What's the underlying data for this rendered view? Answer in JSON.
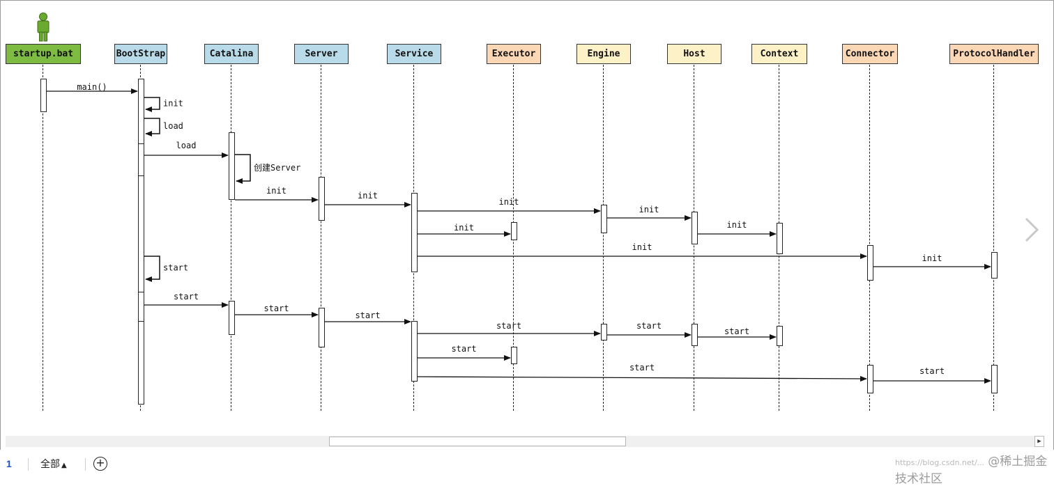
{
  "diagram": {
    "participants": [
      {
        "id": "startup",
        "label": "startup.bat",
        "fill": "#7dbb42"
      },
      {
        "id": "bootstrap",
        "label": "BootStrap",
        "fill": "#b9dbe9"
      },
      {
        "id": "catalina",
        "label": "Catalina",
        "fill": "#b9dbe9"
      },
      {
        "id": "server",
        "label": "Server",
        "fill": "#b9dbe9"
      },
      {
        "id": "service",
        "label": "Service",
        "fill": "#b9dbe9"
      },
      {
        "id": "executor",
        "label": "Executor",
        "fill": "#fbd7b6"
      },
      {
        "id": "engine",
        "label": "Engine",
        "fill": "#fdf1c7"
      },
      {
        "id": "host",
        "label": "Host",
        "fill": "#fdf1c7"
      },
      {
        "id": "context",
        "label": "Context",
        "fill": "#fdf1c7"
      },
      {
        "id": "connector",
        "label": "Connector",
        "fill": "#fbd7b6"
      },
      {
        "id": "protocolhandler",
        "label": "ProtocolHandler",
        "fill": "#fbd7b6"
      }
    ],
    "messages": [
      {
        "from": "startup",
        "to": "bootstrap",
        "label": "main()"
      },
      {
        "from": "bootstrap",
        "to": "bootstrap",
        "label": "init"
      },
      {
        "from": "bootstrap",
        "to": "bootstrap",
        "label": "load"
      },
      {
        "from": "bootstrap",
        "to": "catalina",
        "label": "load"
      },
      {
        "from": "catalina",
        "to": "catalina",
        "label": "创建Server"
      },
      {
        "from": "catalina",
        "to": "server",
        "label": "init"
      },
      {
        "from": "server",
        "to": "service",
        "label": "init"
      },
      {
        "from": "service",
        "to": "engine",
        "label": "init"
      },
      {
        "from": "engine",
        "to": "host",
        "label": "init"
      },
      {
        "from": "service",
        "to": "executor",
        "label": "init"
      },
      {
        "from": "host",
        "to": "context",
        "label": "init"
      },
      {
        "from": "service",
        "to": "connector",
        "label": "init"
      },
      {
        "from": "connector",
        "to": "protocolhandler",
        "label": "init"
      },
      {
        "from": "bootstrap",
        "to": "bootstrap",
        "label": "start"
      },
      {
        "from": "bootstrap",
        "to": "catalina",
        "label": "start"
      },
      {
        "from": "catalina",
        "to": "server",
        "label": "start"
      },
      {
        "from": "server",
        "to": "service",
        "label": "start"
      },
      {
        "from": "service",
        "to": "engine",
        "label": "start"
      },
      {
        "from": "engine",
        "to": "host",
        "label": "start"
      },
      {
        "from": "host",
        "to": "context",
        "label": "start"
      },
      {
        "from": "service",
        "to": "executor",
        "label": "start"
      },
      {
        "from": "service",
        "to": "connector",
        "label": "start"
      },
      {
        "from": "connector",
        "to": "protocolhandler",
        "label": "start"
      }
    ]
  },
  "footer": {
    "page_number": "1",
    "all_tab": "全部",
    "all_tab_arrow": "▲",
    "add_icon": "⊕",
    "watermark_url": "https://blog.csdn.net/...",
    "watermark_brand": "@稀土掘金技术社区"
  },
  "colors": {
    "actor": "#6aab2f",
    "line": "#111111"
  }
}
